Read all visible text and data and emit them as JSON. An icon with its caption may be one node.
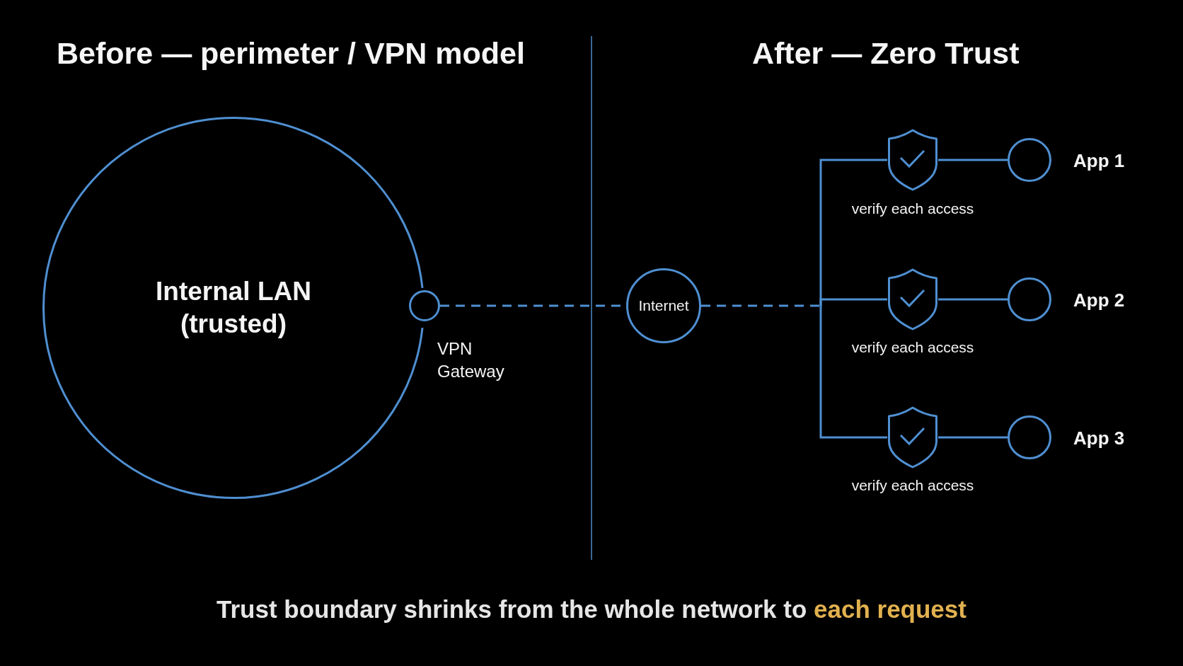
{
  "diagram": {
    "nodes": [
      {
        "text": [
          "Internal LAN (trusted)"
        ]
      },
      {
        "text": [],
        "shape": "circle",
        "beside": [
          "VPN Gateway"
        ]
      },
      {
        "text": [
          "Internet"
        ]
      },
      {
        "text": [],
        "shape": "shield",
        "beside": [
          "verify each access"
        ]
      },
      {
        "text": [],
        "shape": "circle",
        "beside": [
          "App 1"
        ]
      },
      {
        "text": [],
        "shape": "shield",
        "beside": [
          "verify each access"
        ]
      },
      {
        "text": [],
        "shape": "circle",
        "beside": [
          "App 2"
        ]
      },
      {
        "text": [],
        "shape": "shield",
        "beside": [
          "verify each access"
        ]
      },
      {
        "text": [],
        "shape": "circle",
        "beside": [
          "App 3"
        ]
      }
    ],
    "edges": [
      {
        "from": 1,
        "to": 2,
        "arrow": "none",
        "style": "dashed"
      },
      {
        "from": 2,
        "to": 3,
        "arrow": "none"
      },
      {
        "from": 2,
        "to": 5,
        "arrow": "none",
        "style": "dashed"
      },
      {
        "from": 2,
        "to": 7,
        "arrow": "none"
      },
      {
        "from": 3,
        "to": 4,
        "arrow": "none"
      },
      {
        "from": 5,
        "to": 6,
        "arrow": "none"
      },
      {
        "from": 7,
        "to": 8,
        "arrow": "none"
      }
    ],
    "labels": [
      "Before — perimeter / VPN model",
      "After — Zero Trust"
    ],
    "caption": "Trust boundary shrinks from the whole network to **each request**"
  }
}
